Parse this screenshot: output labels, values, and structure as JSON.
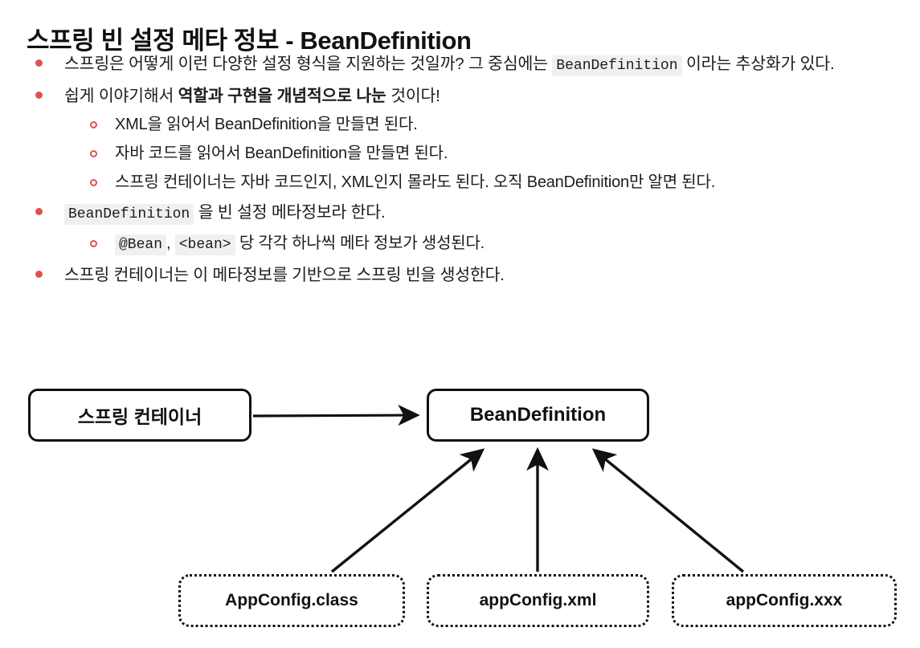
{
  "page": {
    "title": "스프링 빈 설정 메타 정보 - BeanDefinition"
  },
  "content": {
    "bullets": [
      {
        "level": 1,
        "marker": "solid-dot",
        "parts": [
          {
            "type": "text",
            "value": "스프링은 어떻게 이런 다양한 설정 형식을 지원하는 것일까? 그 중심에는 "
          },
          {
            "type": "code",
            "value": "BeanDefinition"
          },
          {
            "type": "text",
            "value": " 이라는 추상화가 있다."
          }
        ]
      },
      {
        "level": 1,
        "marker": "solid-dot",
        "parts": [
          {
            "type": "text",
            "value": "쉽게 이야기해서 "
          },
          {
            "type": "bold",
            "value": "역할과 구현을 개념적으로 나눈 "
          },
          {
            "type": "text",
            "value": "것이다!"
          }
        ]
      },
      {
        "level": 2,
        "marker": "hollow-dot",
        "parts": [
          {
            "type": "text",
            "value": "XML을 읽어서 BeanDefinition을 만들면 된다."
          }
        ]
      },
      {
        "level": 2,
        "marker": "hollow-dot",
        "parts": [
          {
            "type": "text",
            "value": "자바 코드를 읽어서 BeanDefinition을 만들면 된다."
          }
        ]
      },
      {
        "level": 2,
        "marker": "hollow-dot",
        "parts": [
          {
            "type": "text",
            "value": "스프링 컨테이너는 자바 코드인지, XML인지 몰라도 된다. 오직 BeanDefinition만 알면 된다."
          }
        ]
      },
      {
        "level": 1,
        "marker": "solid-dot",
        "parts": [
          {
            "type": "code",
            "value": "BeanDefinition"
          },
          {
            "type": "text",
            "value": " 을 빈 설정 메타정보라 한다."
          }
        ]
      },
      {
        "level": 2,
        "marker": "hollow-dot",
        "parts": [
          {
            "type": "code",
            "value": "@Bean"
          },
          {
            "type": "text",
            "value": ", "
          },
          {
            "type": "code",
            "value": "<bean>"
          },
          {
            "type": "text",
            "value": " 당 각각 하나씩 메타 정보가 생성된다."
          }
        ]
      },
      {
        "level": 1,
        "marker": "solid-dot",
        "parts": [
          {
            "type": "text",
            "value": "스프링 컨테이너는 이 메타정보를 기반으로 스프링 빈을 생성한다."
          }
        ]
      }
    ]
  },
  "diagram": {
    "nodes": {
      "spring_container": {
        "label": "스프링 컨테이너",
        "border": "solid"
      },
      "bean_definition": {
        "label": "BeanDefinition",
        "border": "solid"
      },
      "app_config_class": {
        "label": "AppConfig.class",
        "border": "dotted"
      },
      "app_config_xml": {
        "label": "appConfig.xml",
        "border": "dotted"
      },
      "app_config_xxx": {
        "label": "appConfig.xxx",
        "border": "dotted"
      }
    },
    "edges": [
      {
        "from": "spring_container",
        "to": "bean_definition",
        "direction": "right"
      },
      {
        "from": "app_config_class",
        "to": "bean_definition",
        "direction": "up-right"
      },
      {
        "from": "app_config_xml",
        "to": "bean_definition",
        "direction": "up"
      },
      {
        "from": "app_config_xxx",
        "to": "bean_definition",
        "direction": "up-left"
      }
    ]
  },
  "colors": {
    "bullet_marker": "#e0524f",
    "code_background": "#f0f0f0",
    "text": "#1c1c1c",
    "diagram_stroke": "#111111"
  }
}
